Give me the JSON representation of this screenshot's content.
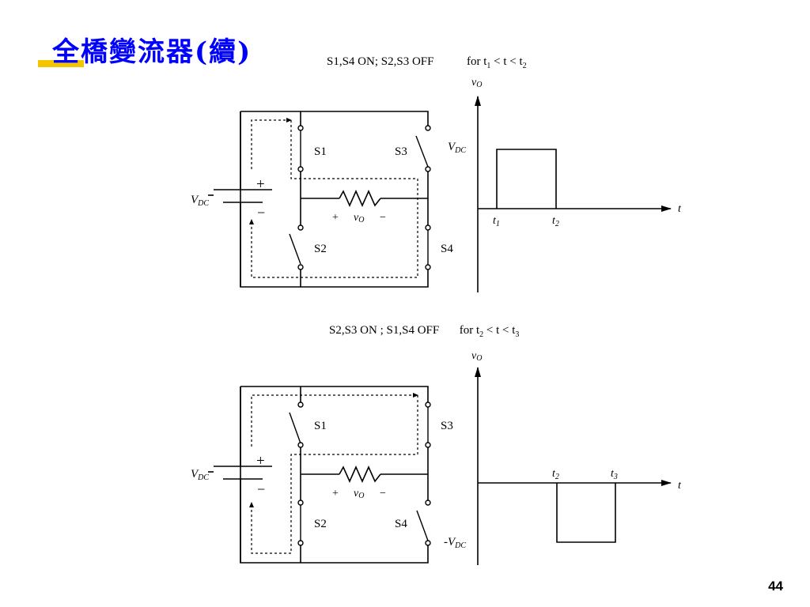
{
  "title": "全橋變流器(續)",
  "page_number": "44",
  "top": {
    "mode_text": "S1,S4 ON; S2,S3 OFF",
    "interval_prefix": "for t",
    "interval_lower": "1",
    "interval_mid": " < t < t",
    "interval_upper": "2",
    "switches": {
      "s1": "S1",
      "s2": "S2",
      "s3": "S3",
      "s4": "S4"
    },
    "source_label": "V",
    "source_sub": "DC",
    "plus": "+",
    "minus": "−",
    "vo_plus": "+",
    "vo_label": "v",
    "vo_sub": "O",
    "vo_minus": "−",
    "axis_y": "v",
    "axis_y_sub": "O",
    "axis_x": "t",
    "level_label": "V",
    "level_sub": "DC",
    "tick1": "t",
    "tick1_sub": "1",
    "tick2": "t",
    "tick2_sub": "2"
  },
  "bottom": {
    "mode_text": "S2,S3 ON ; S1,S4 OFF",
    "interval_prefix": "for t",
    "interval_lower": "2",
    "interval_mid": " < t < t",
    "interval_upper": "3",
    "switches": {
      "s1": "S1",
      "s2": "S2",
      "s3": "S3",
      "s4": "S4"
    },
    "source_label": "V",
    "source_sub": "DC",
    "plus": "+",
    "minus": "−",
    "vo_plus": "+",
    "vo_label": "v",
    "vo_sub": "O",
    "vo_minus": "−",
    "axis_y": "v",
    "axis_y_sub": "O",
    "axis_x": "t",
    "level_label": "-V",
    "level_sub": "DC",
    "tick1": "t",
    "tick1_sub": "2",
    "tick2": "t",
    "tick2_sub": "3"
  },
  "colors": {
    "title": "#0000ff",
    "title_bar": "#f4c400",
    "ink": "#000000"
  }
}
